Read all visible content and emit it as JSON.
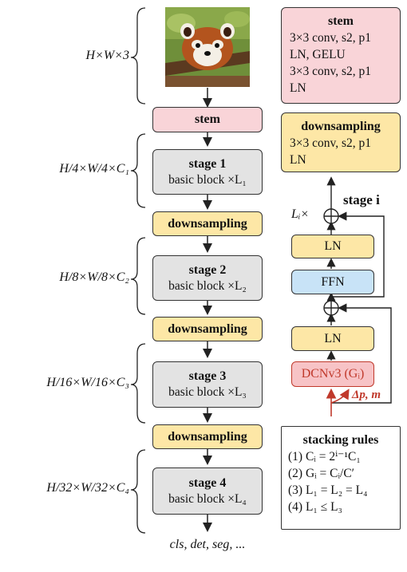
{
  "dims": [
    "H×W×3",
    "H/4×W/4×C₁",
    "H/8×W/8×C₂",
    "H/16×W/16×C₃",
    "H/32×W/32×C₄"
  ],
  "stem_label": "stem",
  "downsampling_label": "downsampling",
  "stages": [
    {
      "title": "stage 1",
      "sub": "basic block ×L₁"
    },
    {
      "title": "stage 2",
      "sub": "basic block ×L₂"
    },
    {
      "title": "stage 3",
      "sub": "basic block ×L₃"
    },
    {
      "title": "stage 4",
      "sub": "basic block ×L₄"
    }
  ],
  "outputs": "cls, det, seg, ...",
  "stem_panel": {
    "title": "stem",
    "lines": [
      "3×3 conv, s2, p1",
      "LN, GELU",
      "3×3 conv, s2, p1",
      "LN"
    ]
  },
  "down_panel": {
    "title": "downsampling",
    "lines": [
      "3×3 conv, s2, p1",
      "LN"
    ]
  },
  "block": {
    "title": "stage i",
    "repeat": "Lᵢ×",
    "ln_top": "LN",
    "ffn": "FFN",
    "ln_bottom": "LN",
    "dcn": "DCNv3 (Gᵢ)",
    "offset": "Δp, m",
    "add_symbol": "⊕"
  },
  "rules": {
    "title": "stacking rules",
    "items": [
      "(1) Cᵢ = 2ⁱ⁻¹C₁",
      "(2) Gᵢ = Cᵢ/C′",
      "(3) L₁ = L₂ = L₄",
      "(4) L₁ ≤ L₃"
    ]
  },
  "colors": {
    "stem": "#f9d4d8",
    "downsampling": "#fde7a6",
    "stage": "#e3e3e3",
    "ffn": "#c8e3f7",
    "dcn": "#f7c3c6",
    "dcn_border": "#c0392b"
  }
}
